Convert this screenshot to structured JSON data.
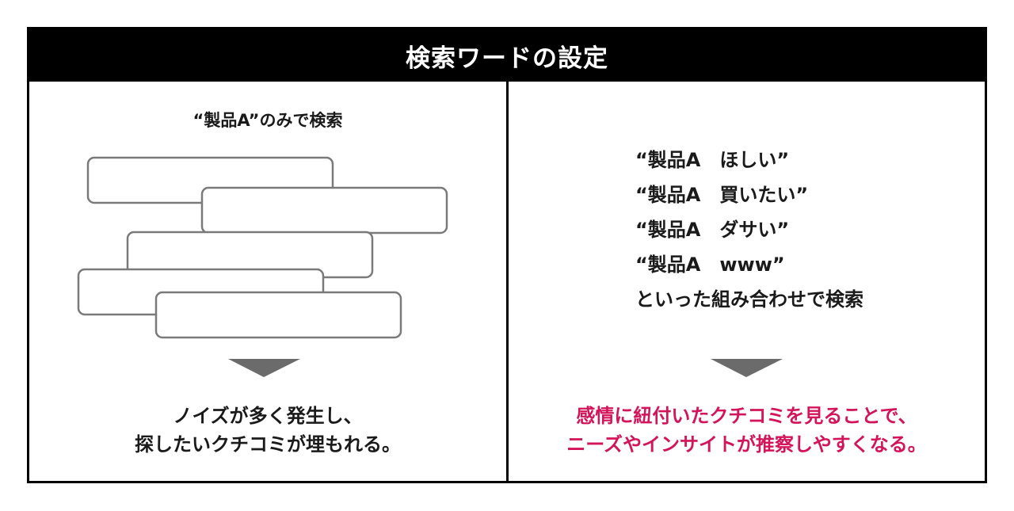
{
  "header": {
    "title": "検索ワードの設定"
  },
  "left": {
    "caption": "“製品A”のみで検索",
    "result_lines": [
      "ノイズが多く発生し、",
      "探したいクチコミが埋もれる。"
    ]
  },
  "right": {
    "keywords": [
      "“製品A　ほしい”",
      "“製品A　買いたい”",
      "“製品A　ダサい”",
      "“製品A　www”"
    ],
    "keyword_suffix": "といった組み合わせで検索",
    "result_lines": [
      "感情に紐付いたクチコミを見ることで、",
      "ニーズやインサイトが推察しやすくなる。"
    ]
  },
  "colors": {
    "highlight": "#d4145a",
    "arrow": "#6b6b6b",
    "box_stroke": "#7a7a7a"
  }
}
